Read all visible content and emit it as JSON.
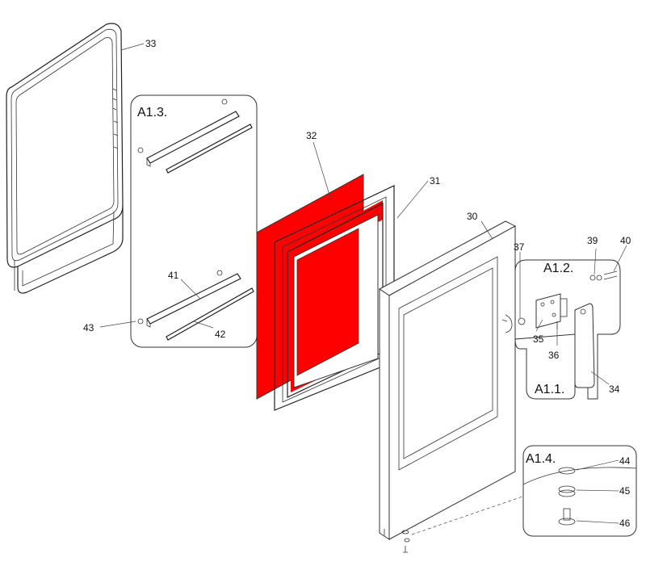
{
  "highlight_color": "#ff0000",
  "group_labels": {
    "a13": "A1.3.",
    "a12": "A1.2.",
    "a11": "A1.1.",
    "a14": "A1.4."
  },
  "part_numbers": {
    "p30": "30",
    "p31": "31",
    "p32": "32",
    "p33": "33",
    "p34": "34",
    "p35": "35",
    "p36": "36",
    "p37": "37",
    "p39": "39",
    "p40": "40",
    "p41": "41",
    "p42": "42",
    "p43": "43",
    "p44": "44",
    "p45": "45",
    "p46": "46"
  }
}
